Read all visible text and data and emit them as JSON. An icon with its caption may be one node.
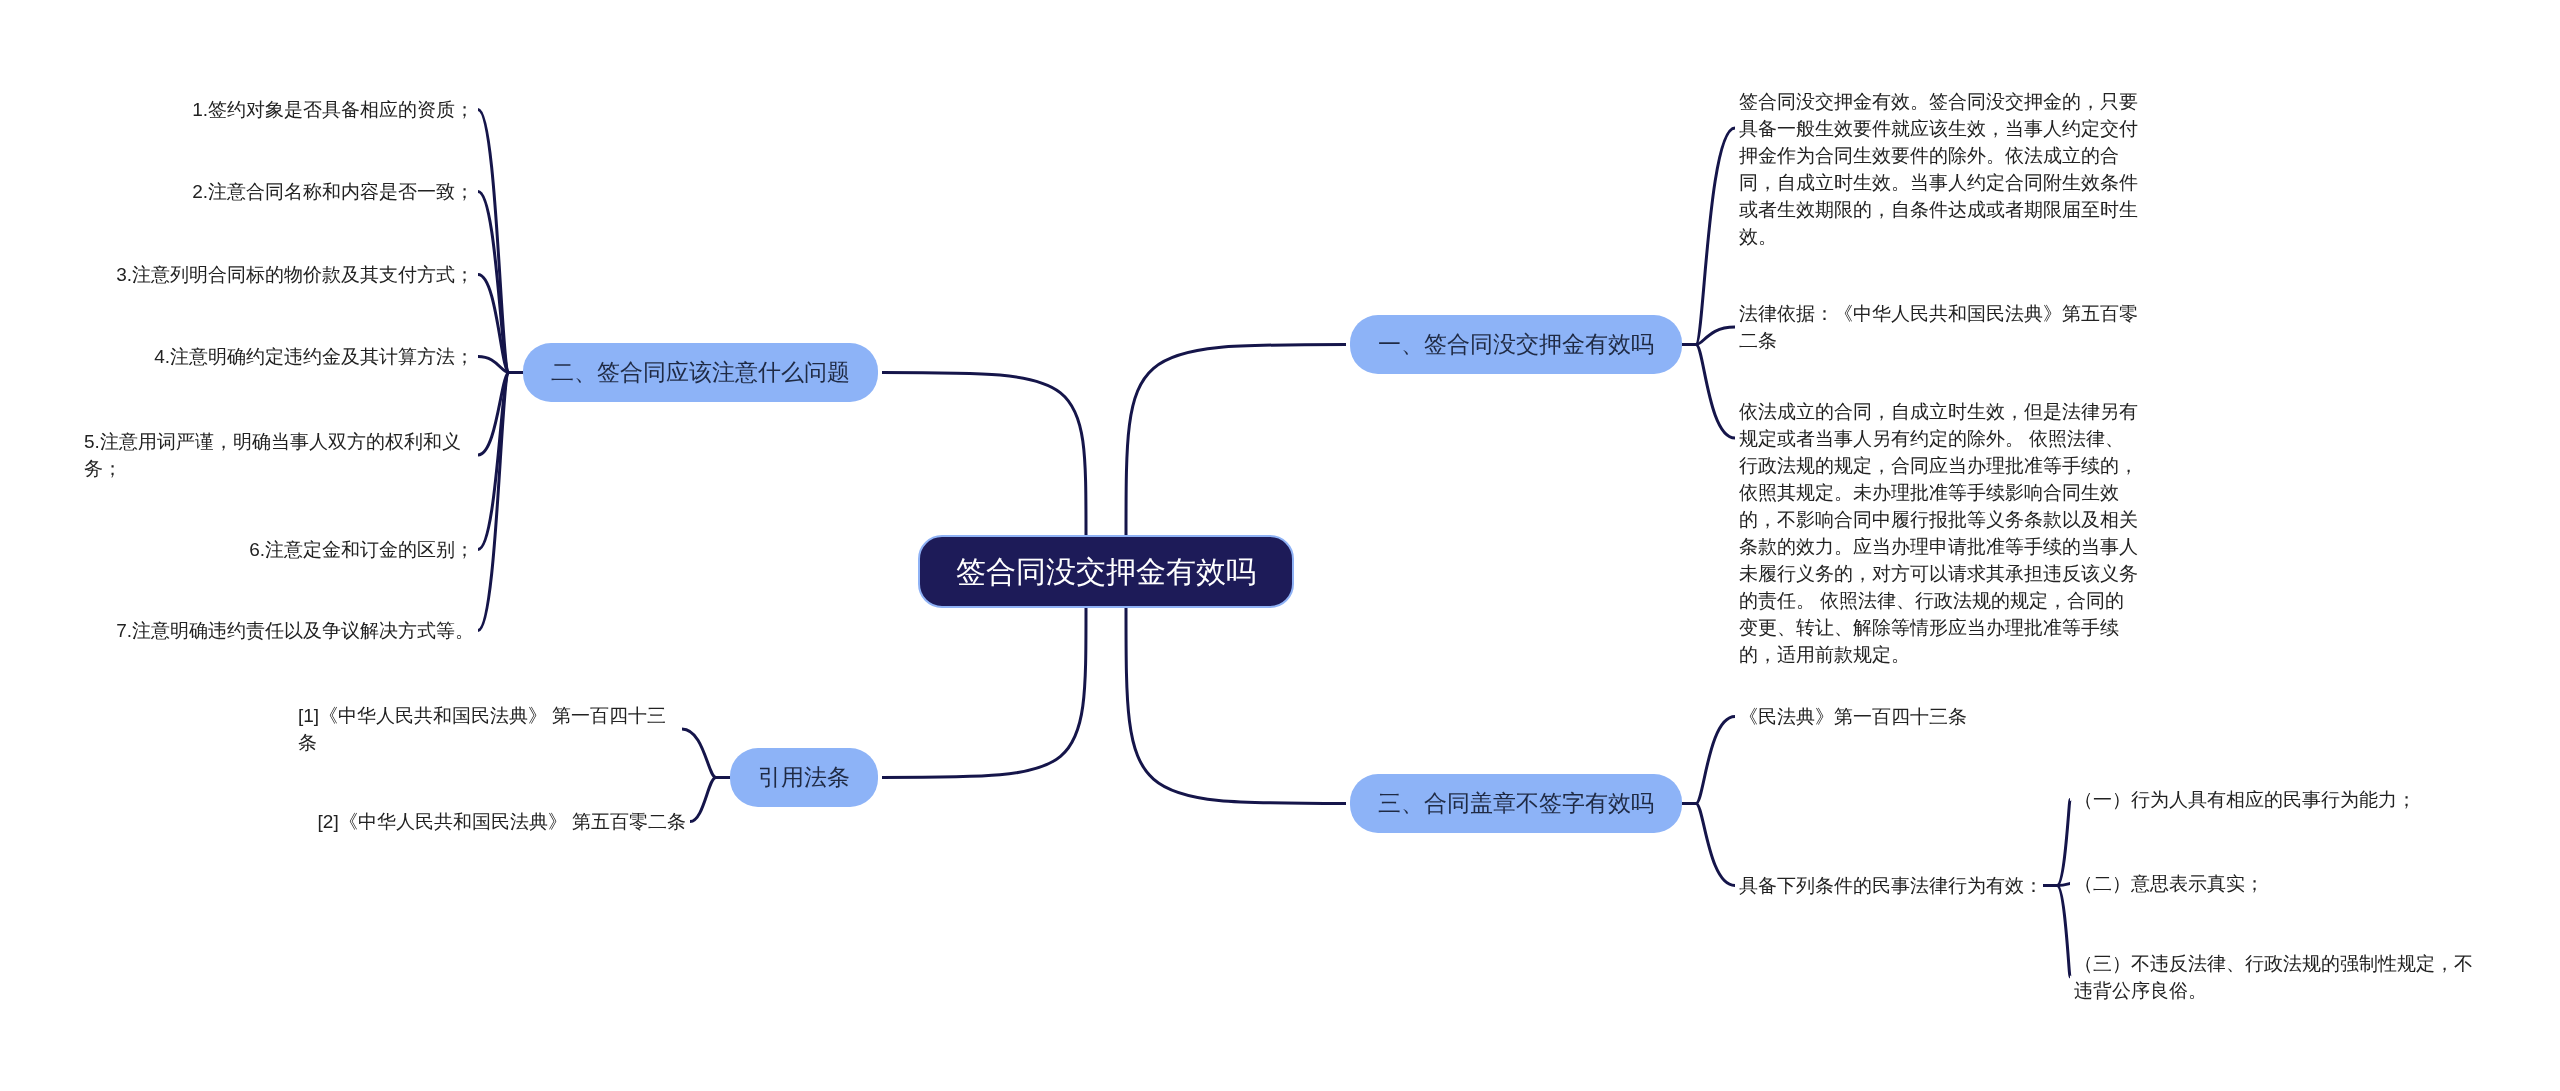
{
  "diagram": {
    "nodes": [
      {
        "text": [
          "签合同没交押金有效吗"
        ]
      },
      {
        "text": [
          "一、签合同没交押金有效吗"
        ]
      },
      {
        "text": [
          "签合同没交押金有效。签合同没交押金的，只要具备一般生效要件就应该生效，当事人约定交付押金作为合同生效要件的除外。依法成立的合同，自成立时生效。当事人约定合同附生效条件或者生效期限的，自条件达成或者期限届至时生效。"
        ]
      },
      {
        "text": [
          "法律依据：《中华人民共和国民法典》第五百零二条"
        ]
      },
      {
        "text": [
          "依法成立的合同，自成立时生效，但是法律另有规定或者当事人另有约定的除外。 依照法律、行政法规的规定，合同应当办理批准等手续的，依照其规定。未办理批准等手续影响合同生效的，不影响合同中履行报批等义务条款以及相关条款的效力。应当办理申请批准等手续的当事人未履行义务的，对方可以请求其承担违反该义务的责任。 依照法律、行政法规的规定，合同的变更、转让、解除等情形应当办理批准等手续的，适用前款规定。"
        ]
      },
      {
        "text": [
          "三、合同盖章不签字有效吗"
        ]
      },
      {
        "text": [
          "《民法典》第一百四十三条"
        ]
      },
      {
        "text": [
          "具备下列条件的民事法律行为有效："
        ]
      },
      {
        "text": [
          "（一）行为人具有相应的民事行为能力；"
        ]
      },
      {
        "text": [
          "（二）意思表示真实；"
        ]
      },
      {
        "text": [
          "（三）不违反法律、行政法规的强制性规定，不违背公序良俗。"
        ]
      },
      {
        "text": [
          "二、签合同应该注意什么问题"
        ]
      },
      {
        "text": [
          "1.签约对象是否具备相应的资质；"
        ]
      },
      {
        "text": [
          "2.注意合同名称和内容是否一致；"
        ]
      },
      {
        "text": [
          "3.注意列明合同标的物价款及其支付方式；"
        ]
      },
      {
        "text": [
          "4.注意明确约定违约金及其计算方法；"
        ]
      },
      {
        "text": [
          "5.注意用词严谨，明确当事人双方的权利和义务；"
        ]
      },
      {
        "text": [
          "6.注意定金和订金的区别；"
        ]
      },
      {
        "text": [
          "7.注意明确违约责任以及争议解决方式等。"
        ]
      },
      {
        "text": [
          "引用法条"
        ]
      },
      {
        "text": [
          "[1]《中华人民共和国民法典》 第一百四十三条"
        ]
      },
      {
        "text": [
          "[2]《中华人民共和国民法典》 第五百零二条"
        ]
      }
    ],
    "edges": [
      {
        "from": 0,
        "to": 1,
        "arrow": "none"
      },
      {
        "from": 1,
        "to": 2,
        "arrow": "none"
      },
      {
        "from": 1,
        "to": 3,
        "arrow": "none"
      },
      {
        "from": 1,
        "to": 4,
        "arrow": "none"
      },
      {
        "from": 0,
        "to": 5,
        "arrow": "none"
      },
      {
        "from": 5,
        "to": 6,
        "arrow": "none"
      },
      {
        "from": 5,
        "to": 7,
        "arrow": "none"
      },
      {
        "from": 7,
        "to": 8,
        "arrow": "none"
      },
      {
        "from": 7,
        "to": 9,
        "arrow": "none"
      },
      {
        "from": 7,
        "to": 10,
        "arrow": "none"
      },
      {
        "from": 0,
        "to": 11,
        "arrow": "none"
      },
      {
        "from": 11,
        "to": 12,
        "arrow": "none"
      },
      {
        "from": 11,
        "to": 13,
        "arrow": "none"
      },
      {
        "from": 11,
        "to": 14,
        "arrow": "none"
      },
      {
        "from": 11,
        "to": 15,
        "arrow": "none"
      },
      {
        "from": 11,
        "to": 16,
        "arrow": "none"
      },
      {
        "from": 11,
        "to": 17,
        "arrow": "none"
      },
      {
        "from": 11,
        "to": 18,
        "arrow": "none"
      },
      {
        "from": 0,
        "to": 19,
        "arrow": "none"
      },
      {
        "from": 19,
        "to": 20,
        "arrow": "none"
      },
      {
        "from": 19,
        "to": 21,
        "arrow": "none"
      }
    ]
  }
}
